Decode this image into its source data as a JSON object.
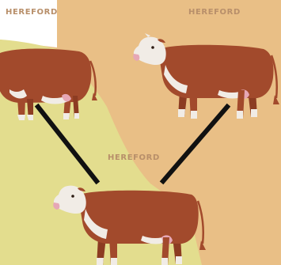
{
  "labels": {
    "top_left": "HEREFORD",
    "top_right": "HEREFORD",
    "offspring": "HEREFORD"
  },
  "colors": {
    "background_tan": "#e9bf86",
    "white_corner": "#ffffff",
    "green_field": "#e3dd8e",
    "label_color": "#b88f6a",
    "cow_body": "#a24a2c",
    "cow_white": "#f1ece6",
    "connector": "#111111"
  },
  "diagram": {
    "type": "breeding-cross",
    "parents": [
      "top_left",
      "top_right"
    ],
    "offspring": "offspring"
  }
}
